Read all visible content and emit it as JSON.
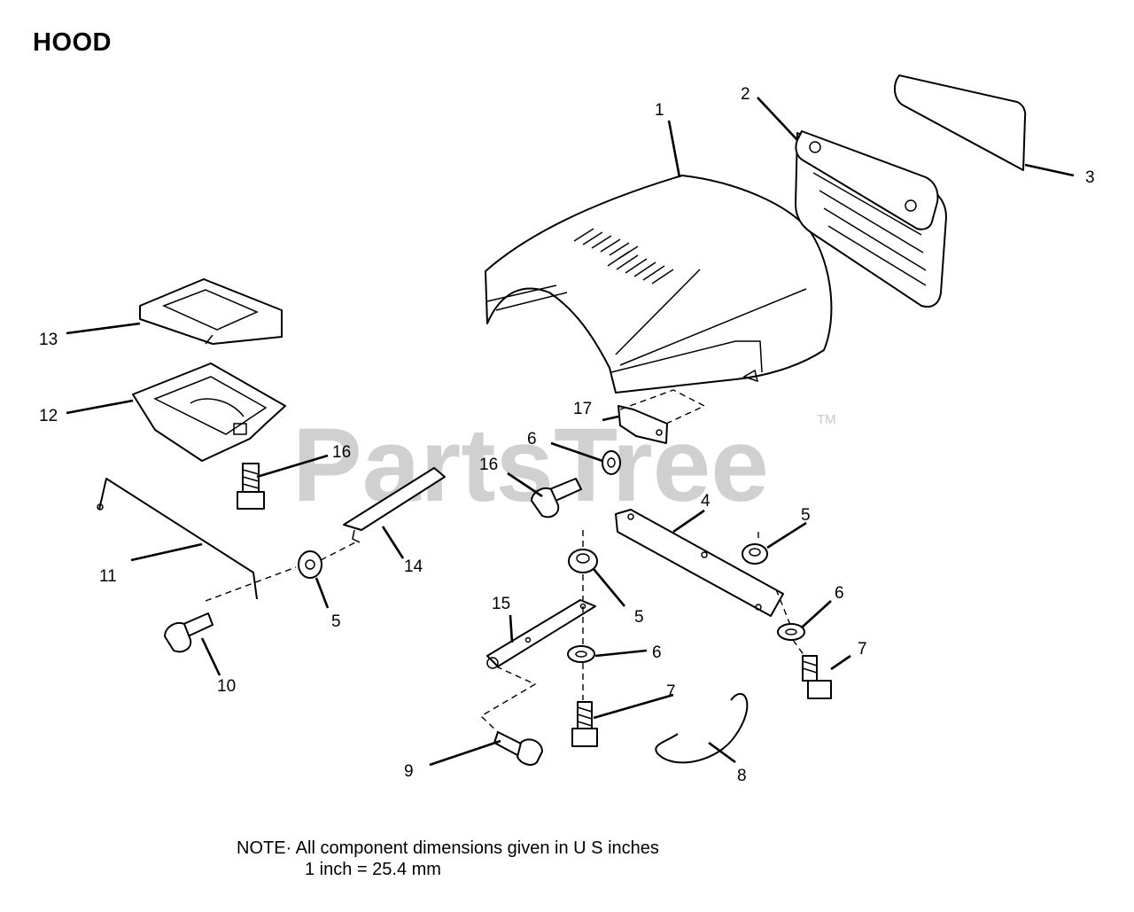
{
  "title": "HOOD",
  "watermark": "PartsTree",
  "trademark": "TM",
  "note": {
    "line1": "NOTE· All component dimensions given in U S inches",
    "line2": "1 inch = 25.4 mm"
  },
  "callouts": {
    "c1": "1",
    "c2": "2",
    "c3": "3",
    "c4": "4",
    "c5a": "5",
    "c5b": "5",
    "c5c": "5",
    "c6a": "6",
    "c6b": "6",
    "c6c": "6",
    "c7a": "7",
    "c7b": "7",
    "c8": "8",
    "c9": "9",
    "c10": "10",
    "c11": "11",
    "c12": "12",
    "c13": "13",
    "c14": "14",
    "c15": "15",
    "c16a": "16",
    "c16b": "16",
    "c17": "17"
  }
}
